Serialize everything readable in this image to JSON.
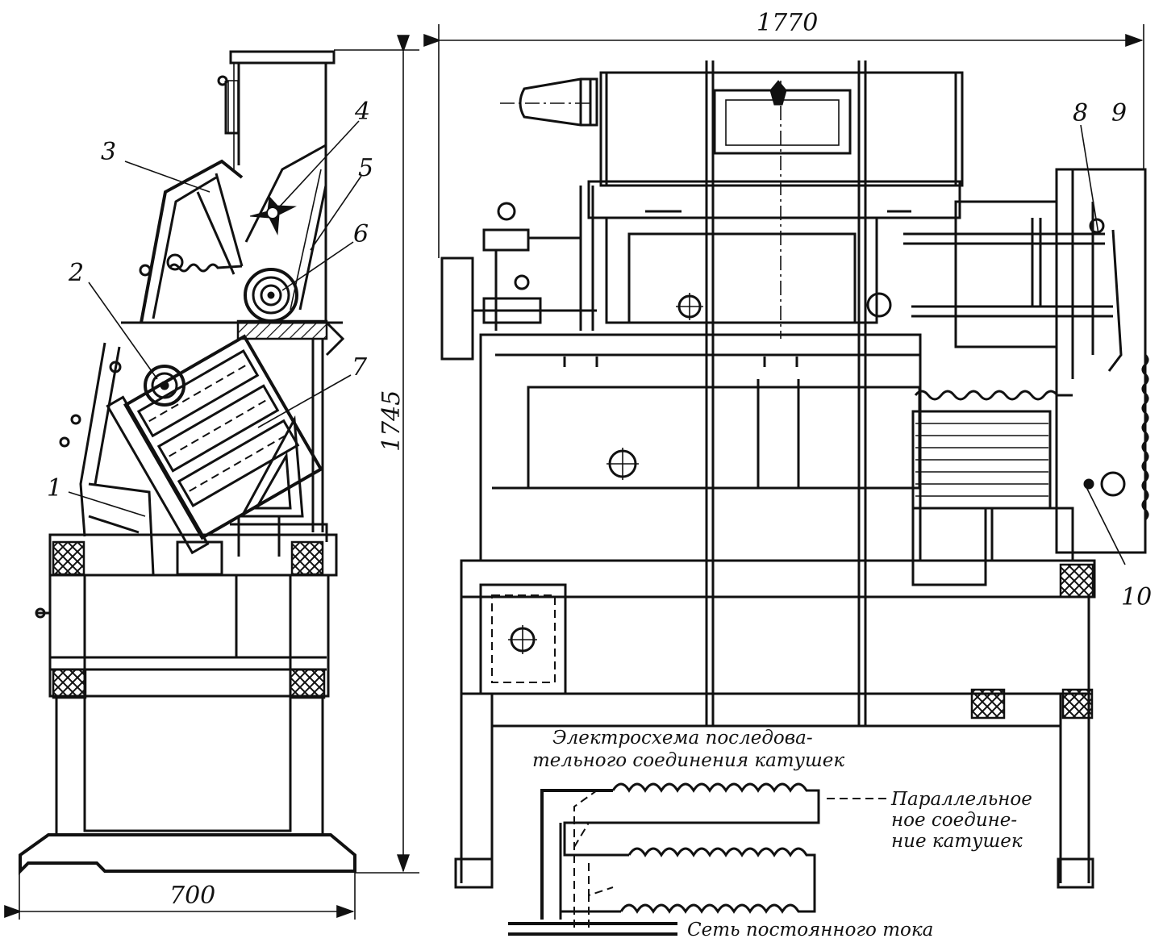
{
  "dimensions": {
    "overall_width": "1770",
    "side_height": "1745",
    "side_width": "700"
  },
  "callouts": [
    "1",
    "2",
    "3",
    "4",
    "5",
    "6",
    "7",
    "8",
    "9",
    "10"
  ],
  "wiring": {
    "series_caption_line1": "Электросхема последова-",
    "series_caption_line2": "тельного соединения катушек",
    "parallel_caption_line1": "Параллельное",
    "parallel_caption_line2": "ное соедине-",
    "parallel_caption_line3": "ние катушек",
    "dc_supply_label": "Сеть постоянного тока"
  }
}
